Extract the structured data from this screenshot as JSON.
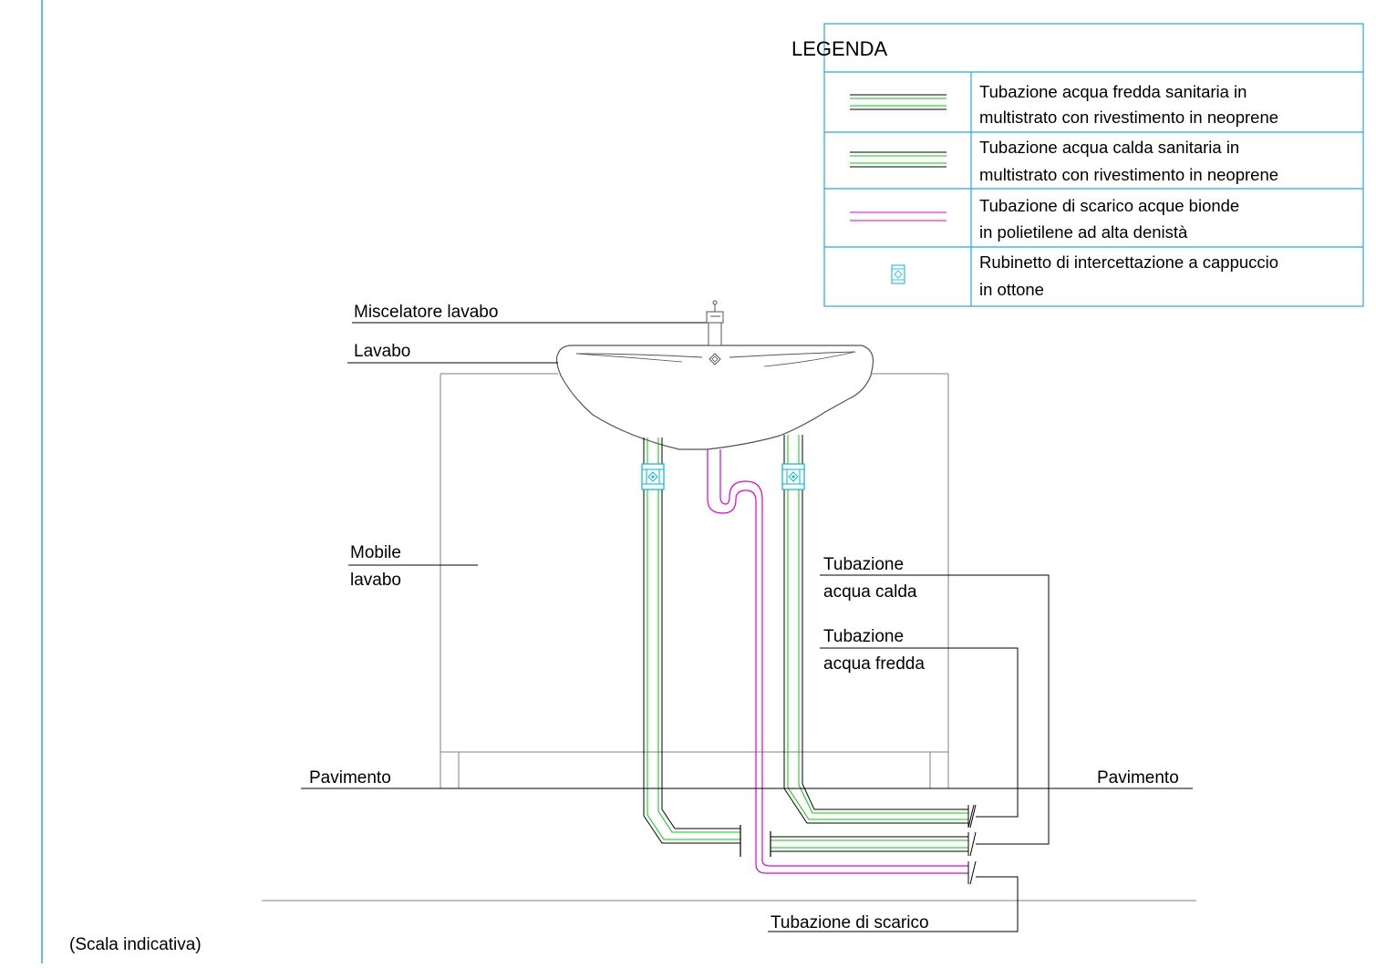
{
  "legend": {
    "title": "LEGENDA",
    "rows": [
      {
        "line1": "Tubazione acqua fredda sanitaria in",
        "line2": "multistrato con rivestimento in neoprene",
        "symbol": "cold-pipe"
      },
      {
        "line1": "Tubazione acqua calda sanitaria in",
        "line2": "multistrato con rivestimento in neoprene",
        "symbol": "hot-pipe"
      },
      {
        "line1": "Tubazione di scarico acque bionde",
        "line2": "in polietilene ad alta denistà",
        "symbol": "drain-pipe"
      },
      {
        "line1": "Rubinetto di intercettazione a cappuccio",
        "line2": "in ottone",
        "symbol": "shutoff-valve"
      }
    ]
  },
  "labels": {
    "mixer": "Miscelatore lavabo",
    "basin": "Lavabo",
    "cabinet_line1": "Mobile",
    "cabinet_line2": "lavabo",
    "hot_line1": "Tubazione",
    "hot_line2": "acqua calda",
    "cold_line1": "Tubazione",
    "cold_line2": "acqua fredda",
    "floor_left": "Pavimento",
    "floor_right": "Pavimento",
    "drain": "Tubazione di scarico",
    "scale_note": "(Scala indicativa)"
  },
  "colors": {
    "pipe_green": "#00d000",
    "drain_magenta": "#e000e0",
    "valve_cyan": "#00b8d8",
    "frame_blue": "#29a8e0",
    "line_dark": "#000000",
    "line_gray": "#808080"
  }
}
